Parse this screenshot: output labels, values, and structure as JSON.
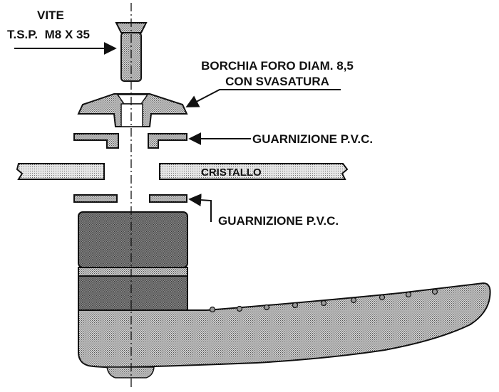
{
  "labels": {
    "screw_line1": "VITE",
    "screw_line2": "T.S.P.  M8 X 35",
    "boss_line1": "BORCHIA FORO DIAM. 8,5",
    "boss_line2": "CON SVASATURA",
    "gasket_top": "GUARNIZIONE P.V.C.",
    "glass": "CRISTALLO",
    "gasket_bottom": "GUARNIZIONE P.V.C."
  },
  "colors": {
    "ink": "#111111",
    "hatch_dot": "#555555",
    "hatch_bg": "#d6d6d6",
    "paper": "#ffffff"
  }
}
